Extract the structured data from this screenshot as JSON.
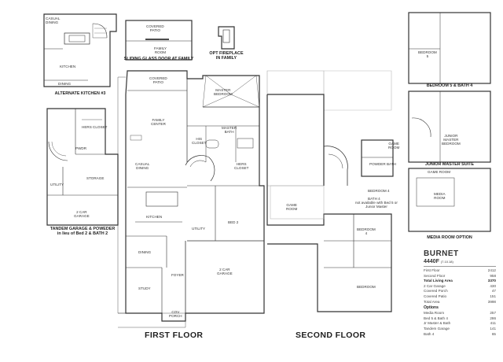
{
  "labels": {
    "alt_kitchen": {
      "casual_dining": "CASUAL\nDINING",
      "kitchen": "KITCHEN",
      "dining": "DINING",
      "caption": "ALTERNATE KITCHEN #3"
    },
    "sliding_door": {
      "covered_patio": "COVERED\nPATIO",
      "family_room": "FAMILY\nROOM",
      "caption": "SLIDING GLASS DOOR AT FAMILY"
    },
    "fireplace": {
      "caption": "OPT FIREPLACE\nIN FAMILY"
    },
    "tandem": {
      "hers_closet": "HERS CLOSET",
      "pwdr": "PWDR",
      "storage": "STORAGE",
      "utility": "UTILITY",
      "garage": "2 CAR\nGARAGE",
      "caption": "TANDEM GARAGE & POWEDER\nin lieu of Bed 2 & BATH 2"
    },
    "first_floor": {
      "covered_patio": "COVERED\nPATIO",
      "master_bedroom": "MASTER\nBEDROOM",
      "family_center": "FAMILY\nCENTER",
      "his_closet": "HIS\nCLOSET",
      "master_bath": "MASTER\nBATH",
      "casual_dining": "CASUAL\nDINING",
      "hers_closet": "HERS\nCLOSET",
      "kitchen": "KITCHEN",
      "utility": "UTILITY",
      "bed_2": "BED 2",
      "dining": "DINING",
      "foyer": "FOYER",
      "garage": "2 CAR\nGARAGE",
      "study": "STUDY",
      "cov_porch": "COV\nPORCH",
      "title": "FIRST FLOOR"
    },
    "second_floor": {
      "game_room": "GAME\nROOM",
      "bedroom_4": "BEDROOM\n4",
      "bedroom": "BEDROOM",
      "title": "SECOND FLOOR"
    },
    "options": {
      "bed5_caption": "BEDROOM 5 & BATH 4",
      "bedroom_5": "BEDROOM\n5",
      "game_room": "GAME\nROOM",
      "powder_bath": "POWDER BATH",
      "jr_master": "JUNIOR\nMASTER\nBEDROOM",
      "jr_master_caption": "JUNIOR MASTER SUITE",
      "bedroom_4": "BEDROOM 4",
      "bath_4": "BATH 4",
      "bath_4_note": "not available with Bed 5 or\nJunior Master",
      "media_game_room": "GAME ROOM",
      "media_room": "MEDIA\nROOM",
      "media_caption": "MEDIA ROOM OPTION"
    }
  },
  "plan": {
    "name": "BURNET",
    "code": "4440F",
    "code_note": "(7.10.18)",
    "areas": [
      {
        "label": "First Floor",
        "value": "2412",
        "bold": false
      },
      {
        "label": "Second Floor",
        "value": "958",
        "bold": false
      },
      {
        "label": "Total Living Area",
        "value": "3370",
        "bold": true
      },
      {
        "label": "2 Car Garage",
        "value": "430",
        "bold": false
      },
      {
        "label": "Covered Porch",
        "value": "47",
        "bold": false
      },
      {
        "label": "Covered Patio",
        "value": "151",
        "bold": false
      },
      {
        "label": "Total Area",
        "value": "3998",
        "bold": false
      }
    ],
    "options_title": "Options",
    "options": [
      {
        "label": "Media Room",
        "value": "257"
      },
      {
        "label": "Bed 5 & Bath 4",
        "value": "286"
      },
      {
        "label": "Jr Master & Bath",
        "value": "411"
      },
      {
        "label": "Tandem Garage",
        "value": "141"
      },
      {
        "label": "Bath 4",
        "value": "65"
      }
    ]
  }
}
